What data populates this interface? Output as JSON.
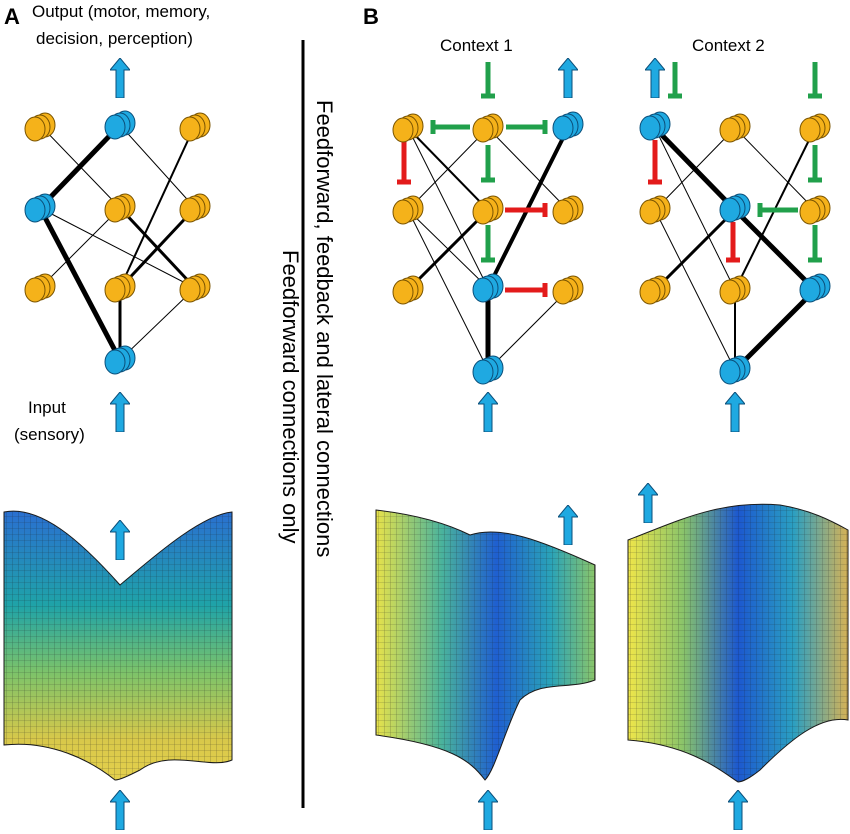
{
  "panel_a": {
    "letter": "A",
    "output_label_line1": "Output (motor, memory,",
    "output_label_line2": "decision, perception)",
    "input_label_line1": "Input",
    "input_label_line2": "(sensory)"
  },
  "panel_b": {
    "letter": "B",
    "context1_label": "Context 1",
    "context2_label": "Context 2"
  },
  "divider": {
    "left_caption": "Feedforward connections only",
    "right_caption": "Feedforward, feedback and lateral connections"
  },
  "colors": {
    "inactive_node": "#f5b21a",
    "active_node": "#1fa9e1",
    "feedback_excitatory": "#21a04b",
    "inhibitory": "#e31b1b",
    "arrow": "#1fa9e1"
  }
}
